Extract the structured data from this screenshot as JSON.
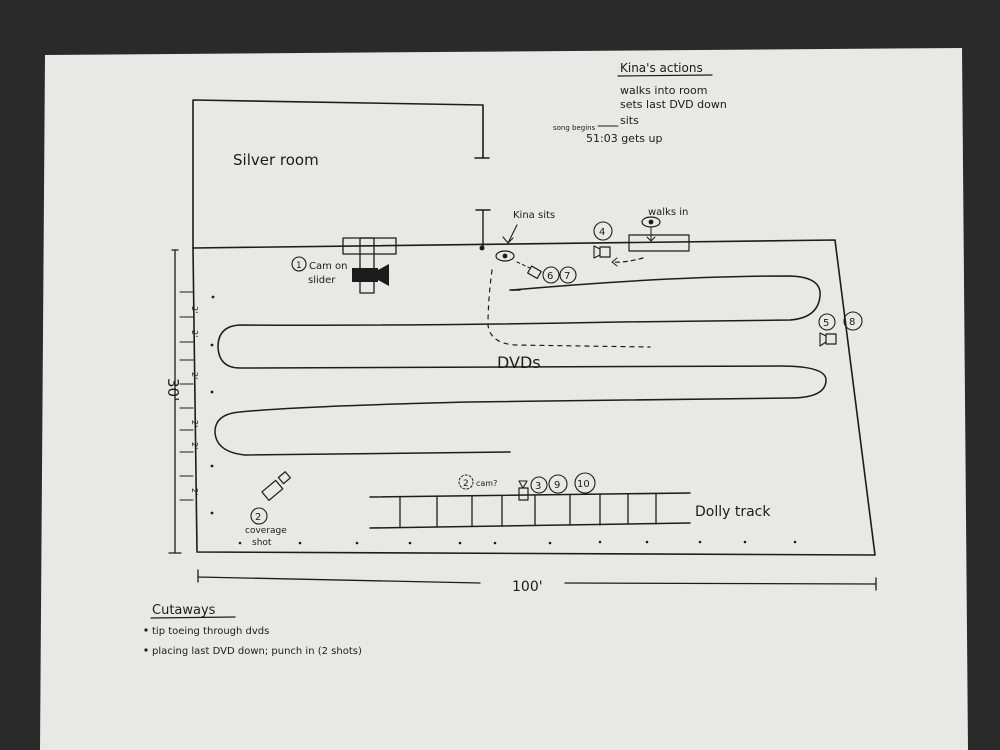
{
  "colors": {
    "desk": "#2a2a2a",
    "paper": "#e8e8e6",
    "ink": "#1c1c1c"
  },
  "notes": {
    "title": "Kina's actions",
    "line1": "walks into room",
    "line2": "sets last DVD down",
    "line3_prefix": "song begins",
    "line3": "sits",
    "line4": "51:03 gets up"
  },
  "labels": {
    "silver_room": "Silver room",
    "kina_sits": "Kina sits",
    "walks_in": "walks in",
    "cam1_num": "1",
    "cam1_line1": "Cam on",
    "cam1_line2": "slider",
    "dvds": "DVDs",
    "dolly_track": "Dolly track",
    "cam2_num": "2",
    "coverage_line1": "coverage",
    "coverage_line2": "shot",
    "cam2_cam": "2",
    "cam2_cam_q": "cam?",
    "dim_height": "30'",
    "dim_width": "100'",
    "spacing_marks": [
      "2'",
      "2'",
      "2'",
      "2'",
      "2'",
      "2'"
    ]
  },
  "shot_numbers": {
    "s4": "4",
    "s6": "6",
    "s7": "7",
    "s5": "5",
    "s8": "8",
    "s3": "3",
    "s9": "9",
    "s10": "10"
  },
  "cutaways": {
    "title": "Cutaways",
    "items": [
      "tip toeing through dvds",
      "placing last DVD down; punch in (2 shots)"
    ]
  }
}
